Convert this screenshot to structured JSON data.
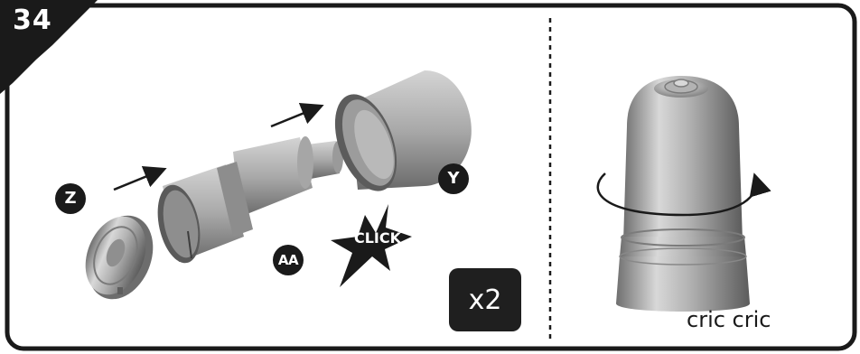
{
  "step": {
    "number": "34"
  },
  "parts": {
    "z_label": "Z",
    "y_label": "Y",
    "aa_label": "AA"
  },
  "click_label": "CLICK",
  "quantity": "x2",
  "caption": "cric cric",
  "colors": {
    "frame": "#1a1a1a",
    "part_fill": "#b8b8b8",
    "part_shadow": "#7e7e7e",
    "badge": "#1a1a1a"
  },
  "icons": {
    "assembly_arrow": "arrow-right-icon",
    "rotate": "rotate-icon",
    "click_burst": "star-burst-icon"
  }
}
